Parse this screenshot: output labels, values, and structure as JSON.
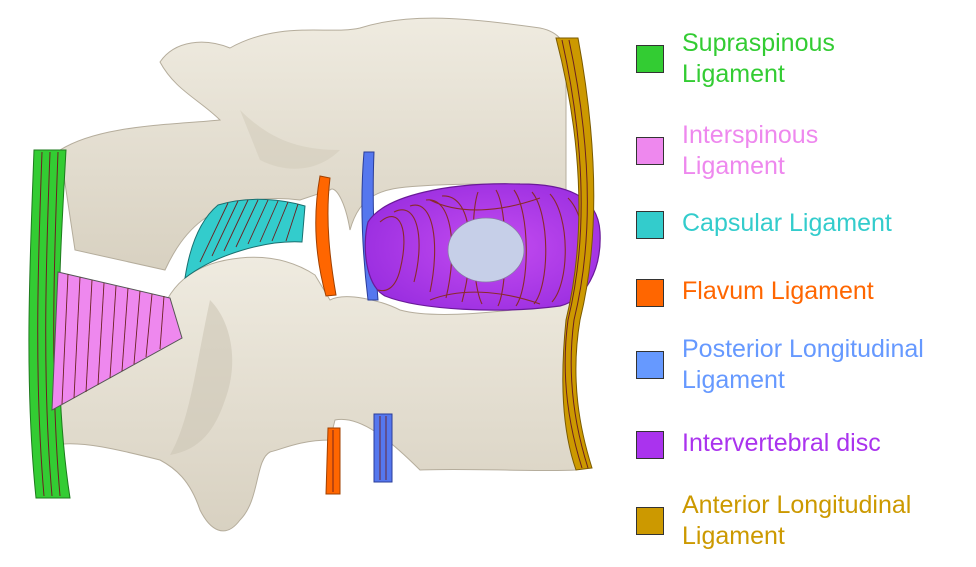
{
  "legend": {
    "items": [
      {
        "key": "supraspinous",
        "label": "Supraspinous\nLigament",
        "color": "#33cc33"
      },
      {
        "key": "interspinous",
        "label": "Interspinous\nLigament",
        "color": "#ee88ee"
      },
      {
        "key": "capsular",
        "label": "Capsular Ligament",
        "color": "#33cccc"
      },
      {
        "key": "flavum",
        "label": "Flavum Ligament",
        "color": "#ff6600"
      },
      {
        "key": "posterior-longitudinal",
        "label": "Posterior Longitudinal\nLigament",
        "color": "#6699ff"
      },
      {
        "key": "intervertebral-disc",
        "label": "Intervertebral disc",
        "color": "#aa33ee"
      },
      {
        "key": "anterior-longitudinal",
        "label": "Anterior Longitudinal\nLigament",
        "color": "#cc9900"
      }
    ]
  },
  "colors": {
    "bone": "#e8e3d6",
    "bone_shadow": "#c9c2b2",
    "stripe": "#8a2a2a",
    "nucleus": "#c6cfe8"
  }
}
